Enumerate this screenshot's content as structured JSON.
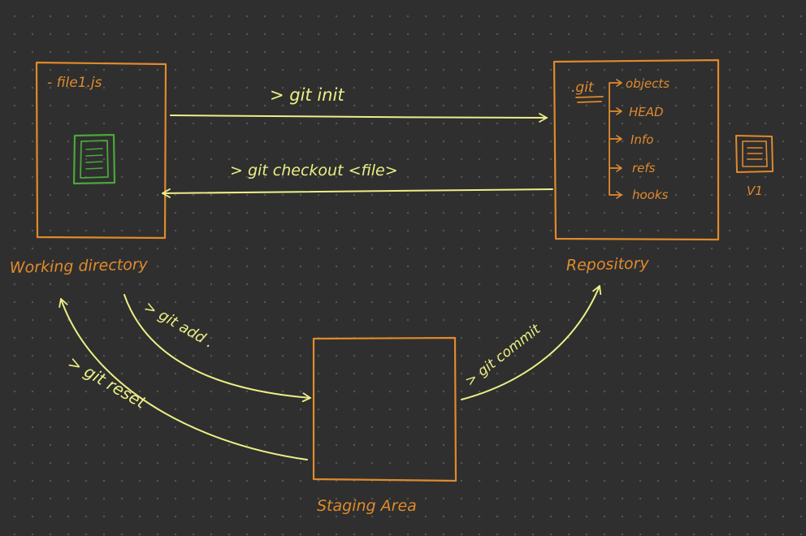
{
  "colors": {
    "background": "#2f2f2f",
    "box": "#e08a2c",
    "arrow": "#ecef86",
    "file_icon": "#4aa83a"
  },
  "working_directory": {
    "title": "Working directory",
    "file_label": "- file1.js",
    "icon": "file-icon"
  },
  "repository": {
    "title": "Repository",
    "git_folder": ".git",
    "items": [
      "objects",
      "HEAD",
      "Info",
      "refs",
      "hooks"
    ],
    "version_label": "V1",
    "icon": "file-icon"
  },
  "staging_area": {
    "title": "Staging Area"
  },
  "commands": {
    "init": "> git init",
    "checkout": "> git checkout <file>",
    "add": "> git add .",
    "reset": "> git reset",
    "commit": "> git commit"
  }
}
